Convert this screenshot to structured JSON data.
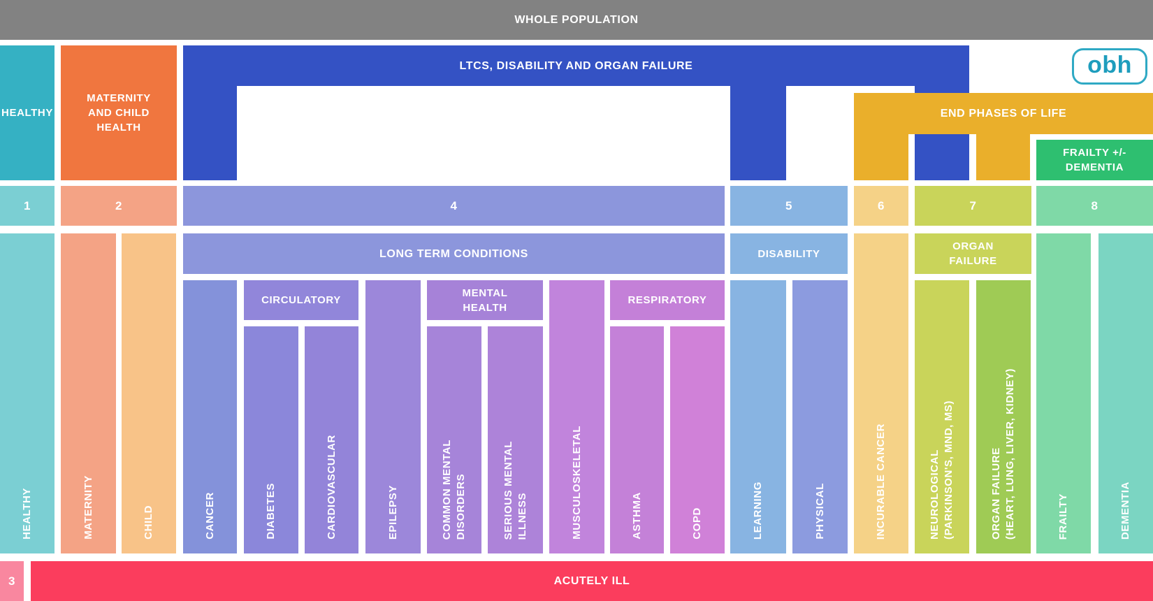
{
  "title_bar": {
    "label": "WHOLE POPULATION"
  },
  "logo": {
    "label": "obh"
  },
  "top_groups": {
    "healthy": "HEALTHY",
    "maternity_child": "MATERNITY\nAND CHILD\nHEALTH",
    "ltc_disability_organ": "LTCS, DISABILITY AND ORGAN FAILURE",
    "end_phases": "END PHASES OF LIFE",
    "frailty_dementia": "FRAILTY +/-\nDEMENTIA"
  },
  "segment_numbers": {
    "s1": "1",
    "s2": "2",
    "s3": "3",
    "s4": "4",
    "s5": "5",
    "s6": "6",
    "s7": "7",
    "s8": "8"
  },
  "category_headers": {
    "long_term_conditions": "LONG TERM CONDITIONS",
    "disability": "DISABILITY",
    "organ_failure": "ORGAN\nFAILURE",
    "circulatory": "CIRCULATORY",
    "mental_health": "MENTAL\nHEALTH",
    "respiratory": "RESPIRATORY"
  },
  "columns": {
    "healthy": "HEALTHY",
    "maternity": "MATERNITY",
    "child": "CHILD",
    "cancer": "CANCER",
    "diabetes": "DIABETES",
    "cardiovascular": "CARDIOVASCULAR",
    "epilepsy": "EPILEPSY",
    "common_mental": "COMMON MENTAL\nDISORDERS",
    "serious_mental": "SERIOUS MENTAL\nILLNESS",
    "musculoskeletal": "MUSCULOSKELETAL",
    "asthma": "ASTHMA",
    "copd": "COPD",
    "learning": "LEARNING",
    "physical": "PHYSICAL",
    "incurable_cancer": "INCURABLE CANCER",
    "neurological": "NEUROLOGICAL\n(PARKINSON'S, MND, MS)",
    "organ_failure_organs": "ORGAN FAILURE\n(HEART, LUNG, LIVER, KIDNEY)",
    "frailty": "FRAILTY",
    "dementia": "DEMENTIA"
  },
  "bottom": {
    "acutely_ill": "ACUTELY ILL"
  },
  "palette": {
    "background": "#ffffff",
    "title_bar_gray": "#828282",
    "healthy_teal": "#35b1c3",
    "maternity_child_orange": "#f0763f",
    "ltc_blue": "#3452c4",
    "end_phases_yellow": "#eaaf2b",
    "frailty_dementia_green": "#2ebf70",
    "logo_teal": "#1e9dbd",
    "segment1_teal_light": "#7bcfd3",
    "segment2_salmon": "#f4a385",
    "segment3_pink": "#f9879f",
    "segment4_periwinkle": "#8c96dc",
    "segment5_blue_light": "#88b4e2",
    "segment6_yellow_light": "#f5d287",
    "segment7_yellow_green": "#c9d45a",
    "segment8_mint": "#7fd9a7",
    "child_orange_light": "#f8c388",
    "cancer_col": "#8492da",
    "circulatory_header": "#9186da",
    "diabetes_col": "#8b87da",
    "cardiovascular_col": "#9384d9",
    "epilepsy_col": "#9c87da",
    "mental_health_header": "#a682d8",
    "common_mental_col": "#a684d9",
    "serious_mental_col": "#ad83d9",
    "musculoskeletal_col": "#c184dc",
    "respiratory_header": "#c480d8",
    "asthma_col": "#c481d8",
    "copd_col": "#d081d8",
    "physical_col": "#8c9bdf",
    "organ_failure_organs_col": "#9fcb55",
    "dementia_col": "#7bd5c2",
    "acutely_ill_red": "#fb3d5d"
  }
}
